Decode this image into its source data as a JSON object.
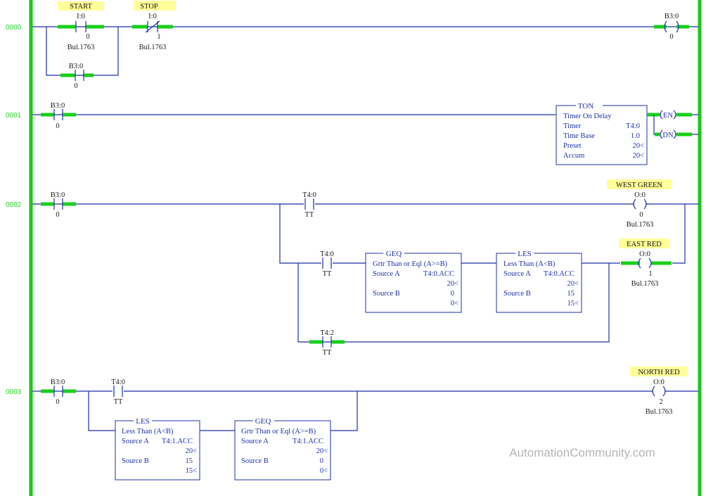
{
  "watermark": "AutomationCommunity.com",
  "rungs": [
    {
      "number": "0000",
      "elements": [
        {
          "kind": "contact_no",
          "label": "START",
          "address": "I:0",
          "bit": "0",
          "comment": "Bul.1763"
        },
        {
          "kind": "contact_nc",
          "label": "STOP",
          "address": "I:0",
          "bit": "1",
          "comment": "Bul.1763"
        },
        {
          "kind": "contact_no",
          "address": "B3:0",
          "bit": "0",
          "branch": true
        },
        {
          "kind": "coil",
          "address": "B3:0",
          "bit": "0"
        }
      ]
    },
    {
      "number": "0001",
      "elements": [
        {
          "kind": "contact_no",
          "address": "B3:0",
          "bit": "0"
        },
        {
          "kind": "TON",
          "name": "TON",
          "desc": "Timer On Delay",
          "rows": [
            {
              "k": "Timer",
              "v": "T4:0"
            },
            {
              "k": "Time Base",
              "v": "1.0"
            },
            {
              "k": "Preset",
              "v": "20<"
            },
            {
              "k": "Accum",
              "v": "20<"
            }
          ],
          "outputs": [
            "EN",
            "DN"
          ]
        }
      ]
    },
    {
      "number": "0002",
      "elements": [
        {
          "kind": "contact_no",
          "address": "B3:0",
          "bit": "0"
        },
        {
          "kind": "contact_no",
          "address": "T4:0",
          "bit": "TT"
        },
        {
          "kind": "coil",
          "label": "WEST GREEN",
          "address": "O:0",
          "bit": "0",
          "comment": "Bul.1763"
        },
        {
          "kind": "contact_no",
          "address": "T4:0",
          "bit": "TT",
          "branch": true
        },
        {
          "kind": "GEQ",
          "name": "GEQ",
          "desc": "Grtr Than or Eql (A>=B)",
          "src_a": "T4:0.ACC",
          "src_a_val": "20<",
          "src_b": "0",
          "src_b_val": "0<"
        },
        {
          "kind": "LES",
          "name": "LES",
          "desc": "Less Than (A<B)",
          "src_a": "T4:0.ACC",
          "src_a_val": "20<",
          "src_b": "15",
          "src_b_val": "15<"
        },
        {
          "kind": "coil",
          "label": "EAST RED",
          "address": "O:0",
          "bit": "1",
          "comment": "Bul.1763"
        },
        {
          "kind": "contact_no",
          "address": "T4:2",
          "bit": "TT",
          "branch": true
        }
      ]
    },
    {
      "number": "0003",
      "elements": [
        {
          "kind": "contact_no",
          "address": "B3:0",
          "bit": "0"
        },
        {
          "kind": "contact_no",
          "address": "T4:0",
          "bit": "TT"
        },
        {
          "kind": "coil",
          "label": "NORTH RED",
          "address": "O:0",
          "bit": "2",
          "comment": "Bul.1763"
        },
        {
          "kind": "LES",
          "name": "LES",
          "desc": "Less Than (A<B)",
          "src_a": "T4:1.ACC",
          "src_a_val": "20<",
          "src_b": "15",
          "src_b_val": "15<"
        },
        {
          "kind": "GEQ",
          "name": "GEQ",
          "desc": "Grtr Than or Eql (A>=B)",
          "src_a": "T4:1.ACC",
          "src_a_val": "20<",
          "src_b": "0",
          "src_b_val": "0<"
        }
      ]
    }
  ],
  "common": {
    "source_a_label": "Source A",
    "source_b_label": "Source B"
  },
  "colors": {
    "rail": "#19c819",
    "wire": "#1f2fa8",
    "energized": "#19d019",
    "tag_bg": "#ffff99"
  }
}
